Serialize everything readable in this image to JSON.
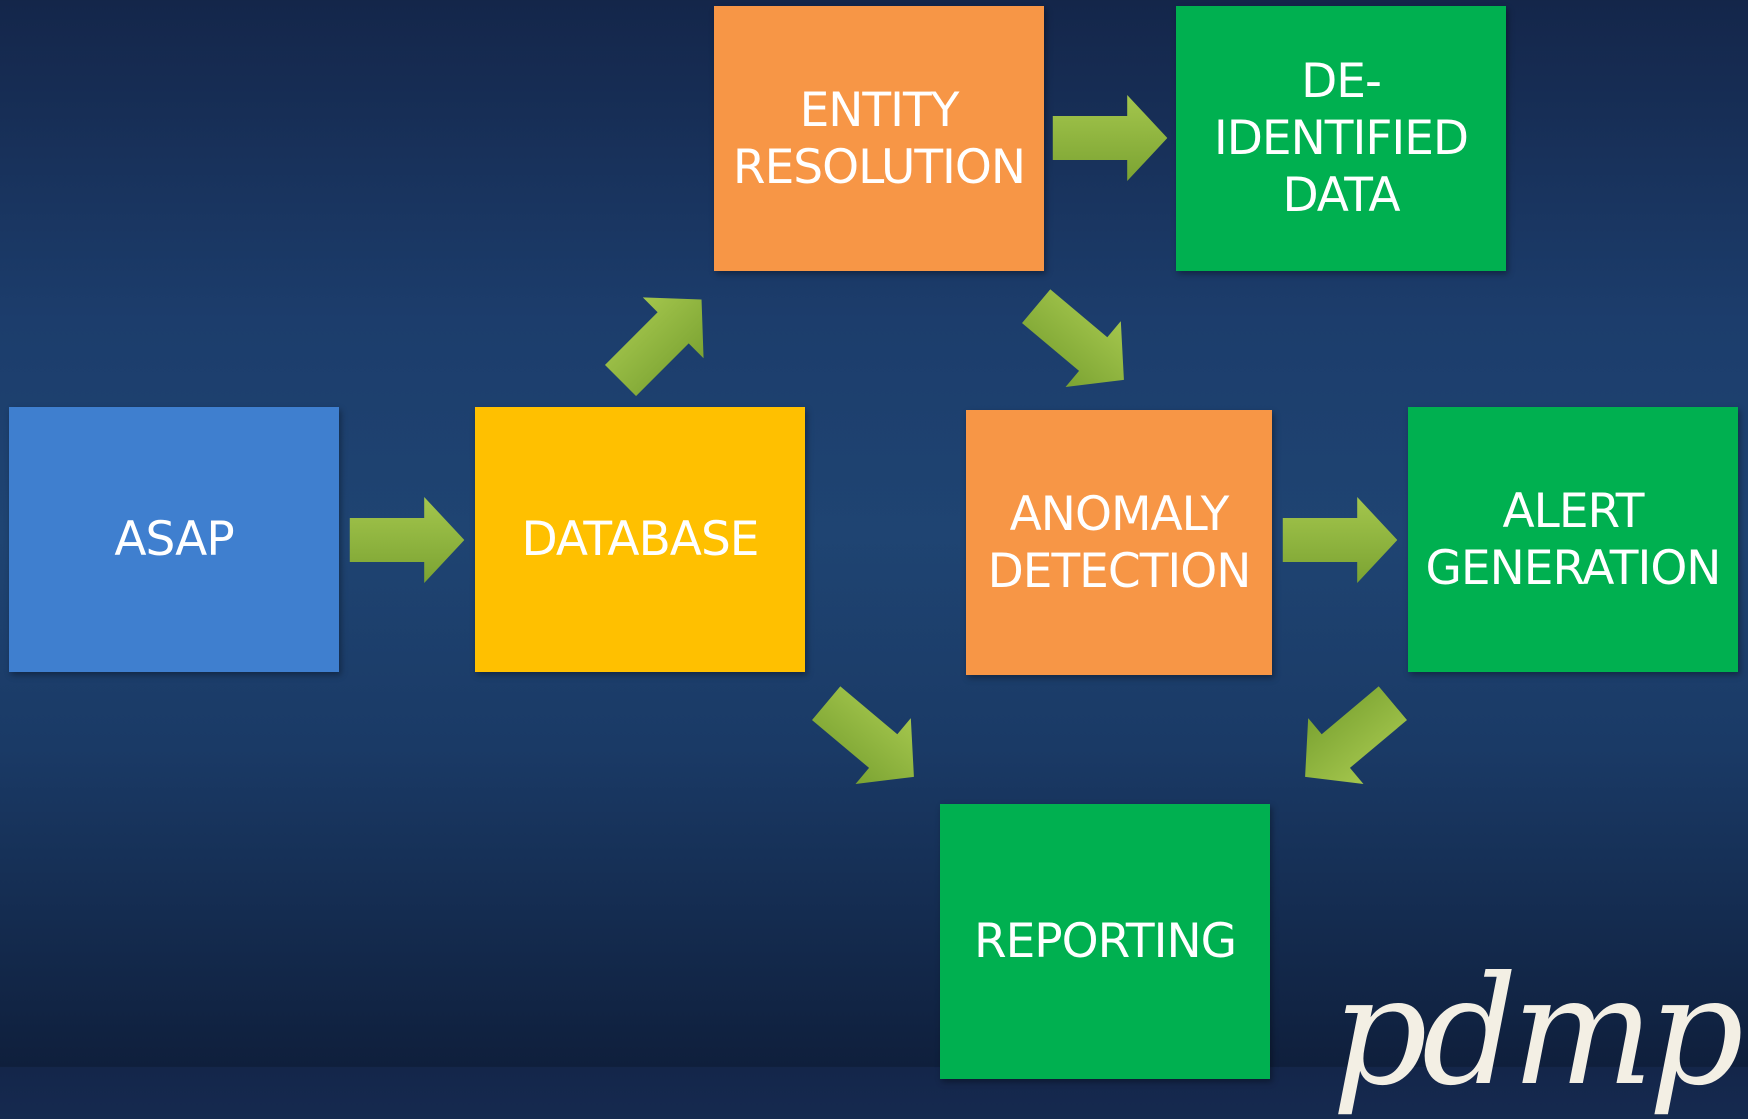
{
  "nodes": {
    "asap": {
      "label": "ASAP",
      "color": "#3f7fcf"
    },
    "database": {
      "label": "DATABASE",
      "color": "#ffc000"
    },
    "entity_resolution": {
      "label": "ENTITY\nRESOLUTION",
      "color": "#f79646"
    },
    "deidentified_data": {
      "label": "DE-\nIDENTIFIED\nDATA",
      "color": "#00b050"
    },
    "anomaly_detection": {
      "label": "ANOMALY\nDETECTION",
      "color": "#f79646"
    },
    "alert_generation": {
      "label": "ALERT\nGENERATION",
      "color": "#00b050"
    },
    "reporting": {
      "label": "REPORTING",
      "color": "#00b050"
    }
  },
  "arrow_color": "#8db43e",
  "logo": "pdmp"
}
